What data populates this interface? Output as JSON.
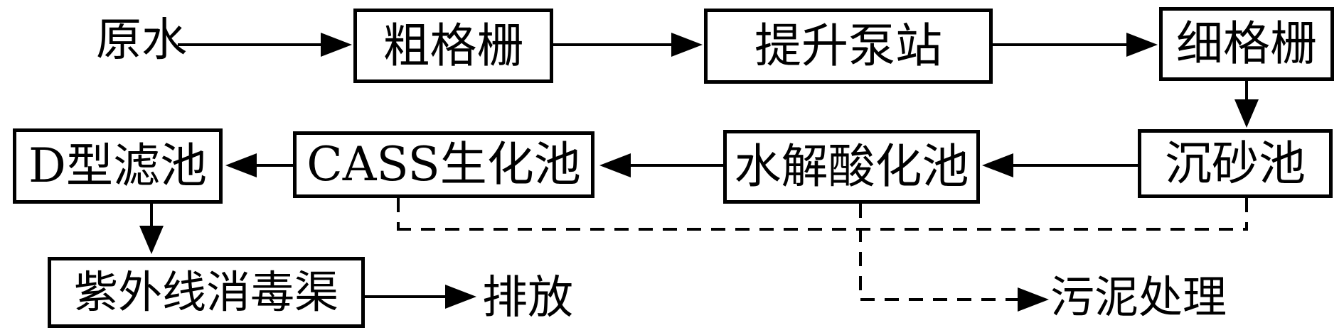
{
  "diagram": {
    "type": "flowchart",
    "subject": "wastewater-treatment-process",
    "background_color": "#ffffff",
    "stroke_color": "#000000",
    "labels": {
      "raw_water": "原水",
      "coarse_screen": "粗格栅",
      "lift_pump_station": "提升泵站",
      "fine_screen": "细格栅",
      "grit_chamber": "沉砂池",
      "hydrolysis_acidification_tank": "水解酸化池",
      "cass_bio_tank": "CASS生化池",
      "d_type_filter": "D型滤池",
      "uv_disinfection_channel": "紫外线消毒渠",
      "discharge": "排放",
      "sludge_treatment": "污泥处理"
    },
    "nodes": [
      {
        "id": "raw_water",
        "shape": "text"
      },
      {
        "id": "coarse_screen",
        "shape": "box"
      },
      {
        "id": "lift_pump_station",
        "shape": "box"
      },
      {
        "id": "fine_screen",
        "shape": "box"
      },
      {
        "id": "grit_chamber",
        "shape": "box"
      },
      {
        "id": "hydrolysis_acidification_tank",
        "shape": "box"
      },
      {
        "id": "cass_bio_tank",
        "shape": "box"
      },
      {
        "id": "d_type_filter",
        "shape": "box"
      },
      {
        "id": "uv_disinfection_channel",
        "shape": "box"
      },
      {
        "id": "discharge",
        "shape": "text"
      },
      {
        "id": "sludge_treatment",
        "shape": "text"
      }
    ],
    "edges": [
      {
        "from": "raw_water",
        "to": "coarse_screen",
        "style": "solid-arrow"
      },
      {
        "from": "coarse_screen",
        "to": "lift_pump_station",
        "style": "solid-arrow"
      },
      {
        "from": "lift_pump_station",
        "to": "fine_screen",
        "style": "solid-arrow"
      },
      {
        "from": "fine_screen",
        "to": "grit_chamber",
        "style": "solid-arrow"
      },
      {
        "from": "grit_chamber",
        "to": "hydrolysis_acidification_tank",
        "style": "solid-arrow"
      },
      {
        "from": "hydrolysis_acidification_tank",
        "to": "cass_bio_tank",
        "style": "solid-arrow"
      },
      {
        "from": "cass_bio_tank",
        "to": "d_type_filter",
        "style": "solid-arrow"
      },
      {
        "from": "d_type_filter",
        "to": "uv_disinfection_channel",
        "style": "solid-arrow"
      },
      {
        "from": "uv_disinfection_channel",
        "to": "discharge",
        "style": "solid-arrow"
      },
      {
        "from": "cass_bio_tank",
        "to": "sludge_treatment",
        "style": "dashed-arrow"
      },
      {
        "from": "hydrolysis_acidification_tank",
        "to": "sludge_treatment",
        "style": "dashed-arrow"
      },
      {
        "from": "grit_chamber",
        "to": "sludge_treatment",
        "style": "dashed-arrow"
      }
    ]
  }
}
